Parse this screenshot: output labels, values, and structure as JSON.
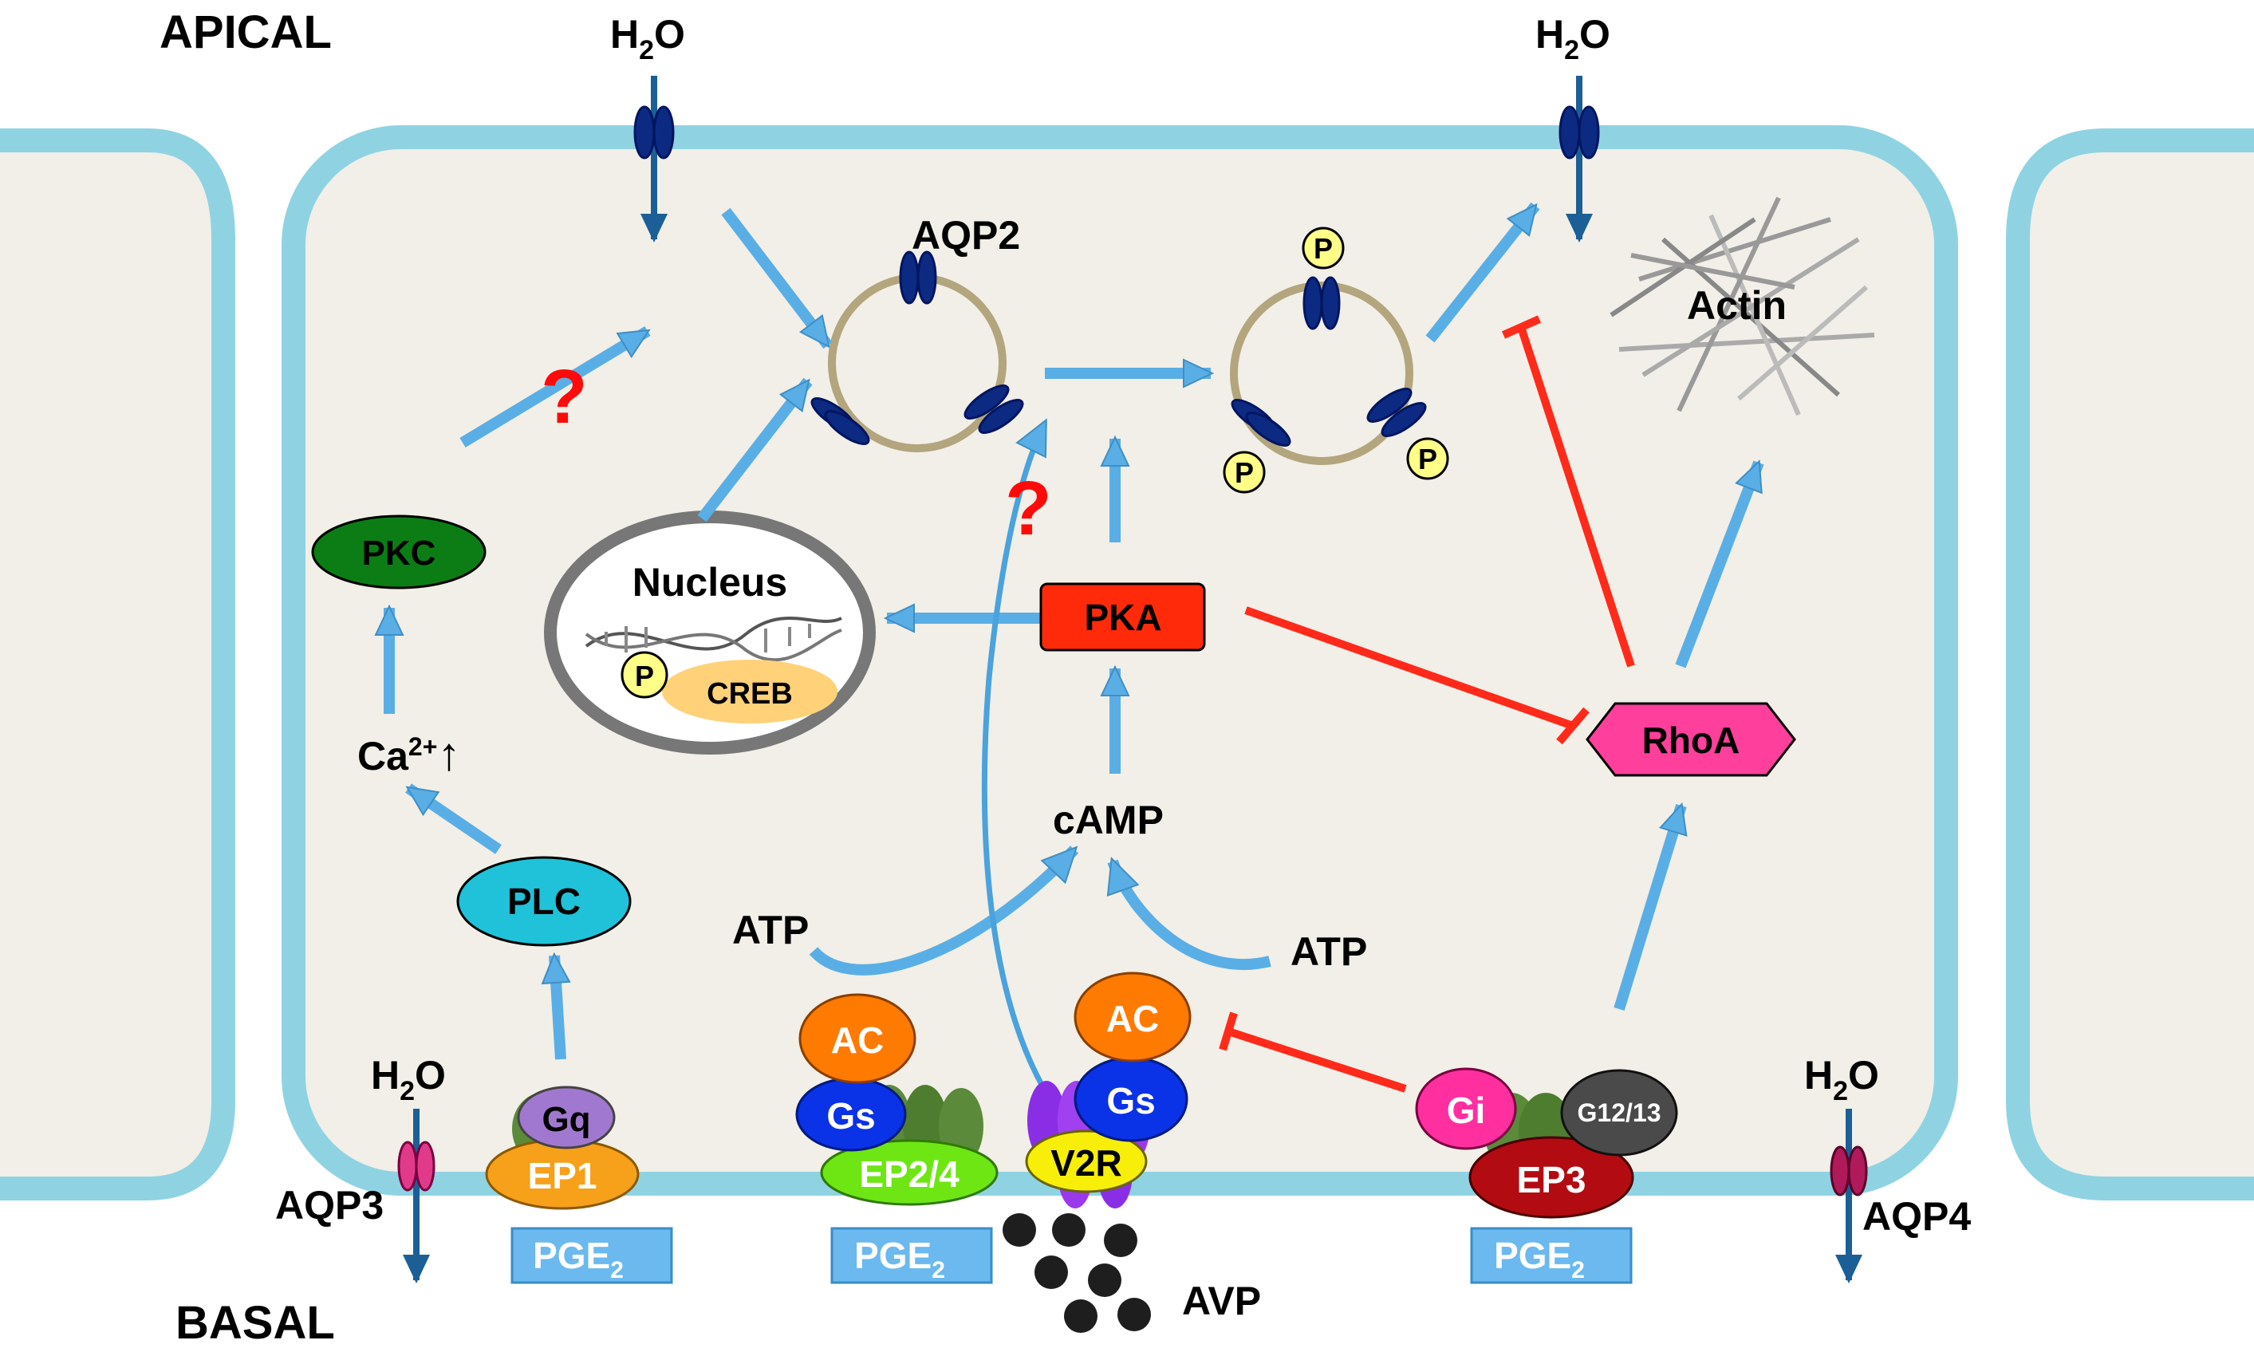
{
  "labels": {
    "apical": "APICAL",
    "basal": "BASAL",
    "h2o": "H",
    "h2o_sub": "2",
    "h2o_o": "O",
    "aqp2": "AQP2",
    "aqp3": "AQP3",
    "aqp4": "AQP4",
    "actin": "Actin",
    "nucleus": "Nucleus",
    "creb": "CREB",
    "p": "P",
    "pkc": "PKC",
    "pka": "PKA",
    "plc": "PLC",
    "ca": "Ca",
    "ca_sup": "2+",
    "ca_up": "↑",
    "camp": "cAMP",
    "atp": "ATP",
    "rhoa": "RhoA",
    "ac": "AC",
    "gs": "Gs",
    "gq": "Gq",
    "gi": "Gi",
    "g1213": "G12/13",
    "ep1": "EP1",
    "ep24": "EP2/4",
    "ep3": "EP3",
    "v2r": "V2R",
    "pge": "PGE",
    "pge_sub": "2",
    "avp": "AVP",
    "question": "?"
  },
  "colors": {
    "membrane": "#8fd3e3",
    "cytoplasm": "#f1efe7",
    "arrow_blue": "#5aaee6",
    "inhibit_red": "#ff2a1a",
    "aqp_channel": "#0c2a82",
    "vesicle": "#b3a57d",
    "pka": "#ff2a0a",
    "pkc": "#0b7d14",
    "plc": "#1fc2d8",
    "rhoa": "#ff3f9c",
    "ac": "#ff7a00",
    "gs": "#0a32e6",
    "gq": "#a178cf",
    "gi": "#ff2fa0",
    "g1213": "#4a4a4a",
    "ep1": "#f7a01a",
    "ep24": "#6ee614",
    "ep3": "#b20c12",
    "v2r": "#f7ee0a",
    "pge": "#6bb9ee",
    "phospho": "#ffff88",
    "creb": "#ffd27a",
    "avp": "#1e1e1e"
  }
}
